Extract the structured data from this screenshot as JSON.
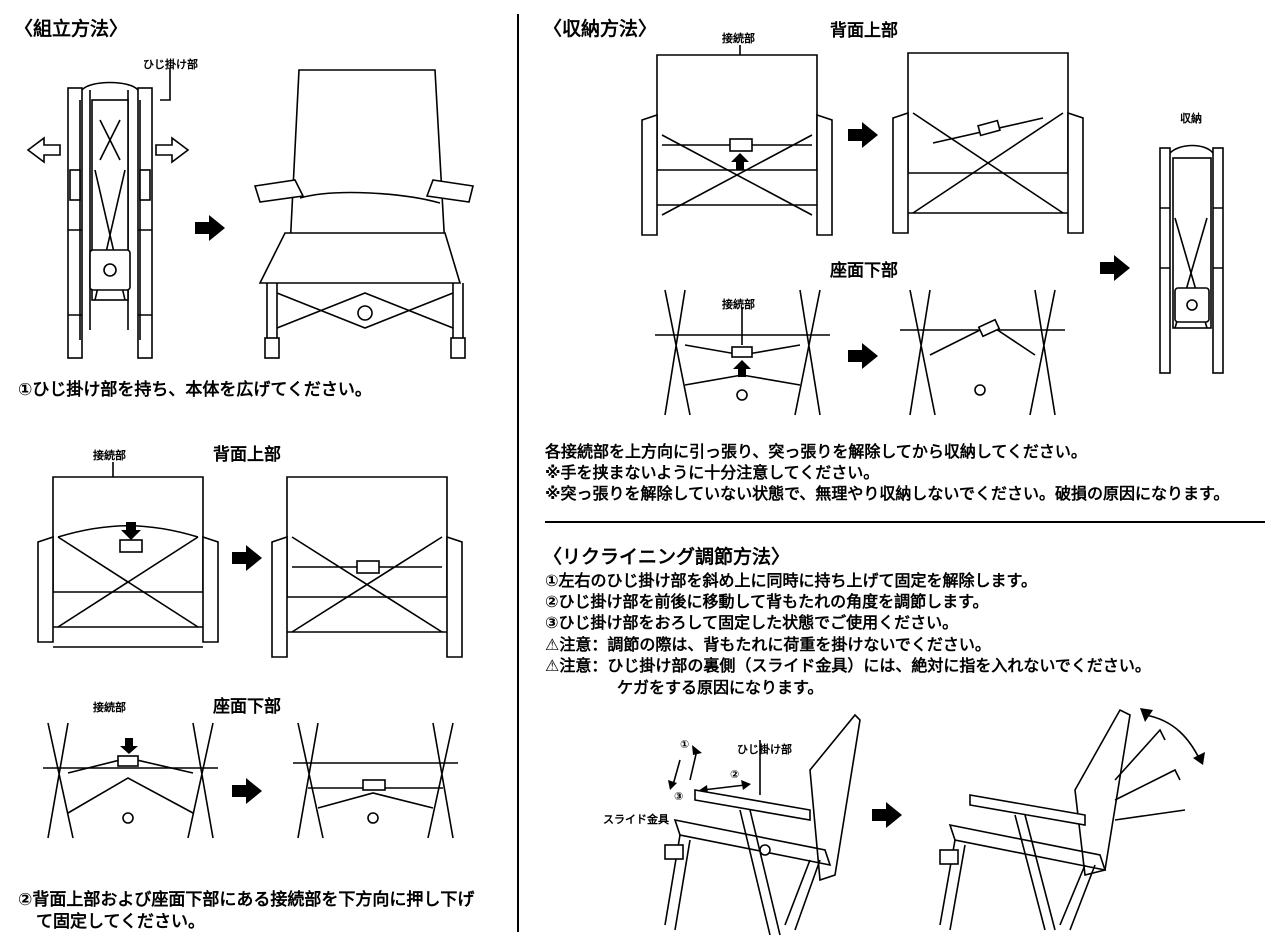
{
  "assembly": {
    "header": "〈組立方法〉",
    "label_armrest": "ひじ掛け部",
    "step1": "①ひじ掛け部を持ち、本体を広げてください。",
    "back_top": "背面上部",
    "connector": "接続部",
    "seat_bottom": "座面下部",
    "step2_line1": "②背面上部および座面下部にある接続部を下方向に押し下げ",
    "step2_line2": "て固定してください。"
  },
  "storage": {
    "header": "〈収納方法〉",
    "connector": "接続部",
    "back_top": "背面上部",
    "seat_bottom": "座面下部",
    "stored": "収納",
    "note1": "各接続部を上方向に引っ張り、突っ張りを解除してから収納してください。",
    "note2": "※手を挟まないように十分注意してください。",
    "note3": "※突っ張りを解除していない状態で、無理やり収納しないでください。破損の原因になります。"
  },
  "recline": {
    "header": "〈リクライニング調節方法〉",
    "step1": "①左右のひじ掛け部を斜め上に同時に持ち上げて固定を解除します。",
    "step2": "②ひじ掛け部を前後に移動して背もたれの角度を調節します。",
    "step3": "③ひじ掛け部をおろして固定した状態でご使用ください。",
    "caution1": "⚠注意：調節の際は、背もたれに荷重を掛けないでください。",
    "caution2": "⚠注意：ひじ掛け部の裏側（スライド金具）には、絶対に指を入れないでください。",
    "caution2_cont": "ケガをする原因になります。",
    "label_slide": "スライド金具",
    "label_armrest": "ひじ掛け部",
    "n1": "①",
    "n2": "②",
    "n3": "③"
  }
}
